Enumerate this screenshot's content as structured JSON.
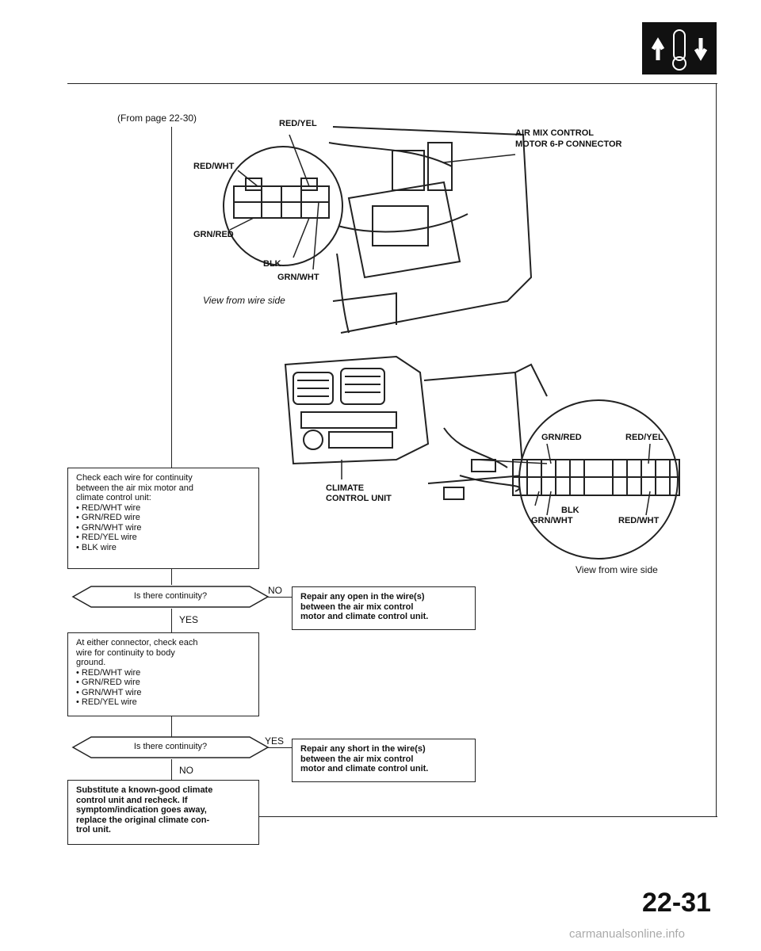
{
  "page": {
    "from_ref": "(From page 22-30)",
    "page_number": "22-31",
    "footer_url": "carmanualsonline.info",
    "header_icon": "heater-temperature-icon"
  },
  "connector_diagram": {
    "title_line1": "AIR MIX CONTROL",
    "title_line2": "MOTOR 6-P CONNECTOR",
    "wire_labels": {
      "red_yel": "RED/YEL",
      "red_wht": "RED/WHT",
      "grn_red": "GRN/RED",
      "blk": "BLK",
      "grn_wht": "GRN/WHT"
    },
    "view_caption": "View from wire side"
  },
  "climate_diagram": {
    "unit_label_line1": "CLIMATE",
    "unit_label_line2": "CONTROL UNIT",
    "wire_labels": {
      "grn_red": "GRN/RED",
      "red_yel": "RED/YEL",
      "blk": "BLK",
      "grn_wht": "GRN/WHT",
      "red_wht": "RED/WHT"
    },
    "view_caption": "View from wire side"
  },
  "flow": {
    "step1": {
      "intro": [
        "Check each wire for continuity",
        "between the air mix motor and",
        "climate control unit:"
      ],
      "items": [
        "• RED/WHT wire",
        "• GRN/RED wire",
        "• GRN/WHT wire",
        "• RED/YEL wire",
        "• BLK wire"
      ]
    },
    "decision1": {
      "question": "Is there continuity?",
      "no_label": "NO",
      "yes_label": "YES",
      "no_action": [
        "Repair any open in the wire(s)",
        "between the air mix control",
        "motor and climate control unit."
      ]
    },
    "step2": {
      "intro": [
        "At either connector, check each",
        "wire for continuity to body",
        "ground."
      ],
      "items": [
        "• RED/WHT wire",
        "• GRN/RED wire",
        "• GRN/WHT wire",
        "• RED/YEL wire"
      ]
    },
    "decision2": {
      "question": "Is there continuity?",
      "yes_label": "YES",
      "no_label": "NO",
      "yes_action": [
        "Repair any short in the wire(s)",
        "between the air mix control",
        "motor and climate control unit."
      ]
    },
    "step3": {
      "lines": [
        "Substitute a known-good climate",
        "control unit and recheck. If",
        "symptom/indication goes away,",
        "replace the original climate con-",
        "trol unit."
      ]
    }
  }
}
